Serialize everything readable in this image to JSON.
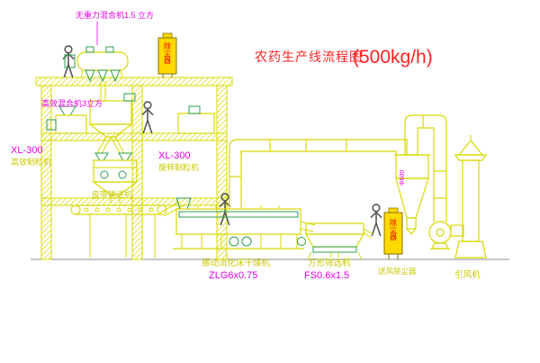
{
  "title": {
    "text": "农药生产线流程图",
    "capacity": "(500kg/h)"
  },
  "equipment_labels": {
    "top_mixer": "无重力混合机1.5 立方",
    "mid_mixer": "高效混合机3立方",
    "granulator_left": {
      "model": "XL-300",
      "name": "高效制粒机"
    },
    "granulator_mid": {
      "model": "XL-300",
      "name": "旋转制粒机"
    },
    "belt_conveyor": "皮带输送机",
    "dryer": {
      "name": "振动流化床干燥机",
      "model": "ZLG6x0.75"
    },
    "sieve": {
      "name": "方形筛选机",
      "model": "FS0.6x1.5"
    },
    "dust_collector": "送风除尘器",
    "induced_fan": "引风机",
    "cyclone_dim": "Φ600",
    "top_box": "除尘器",
    "right_box": "除尘器"
  },
  "colors": {
    "cad_yellow": "#d8d800",
    "cad_green": "#2e9e4f",
    "text_magenta": "#e800e8",
    "text_red": "#ff2222",
    "box_fill": "#ffd900",
    "figure_gray": "#555555"
  }
}
